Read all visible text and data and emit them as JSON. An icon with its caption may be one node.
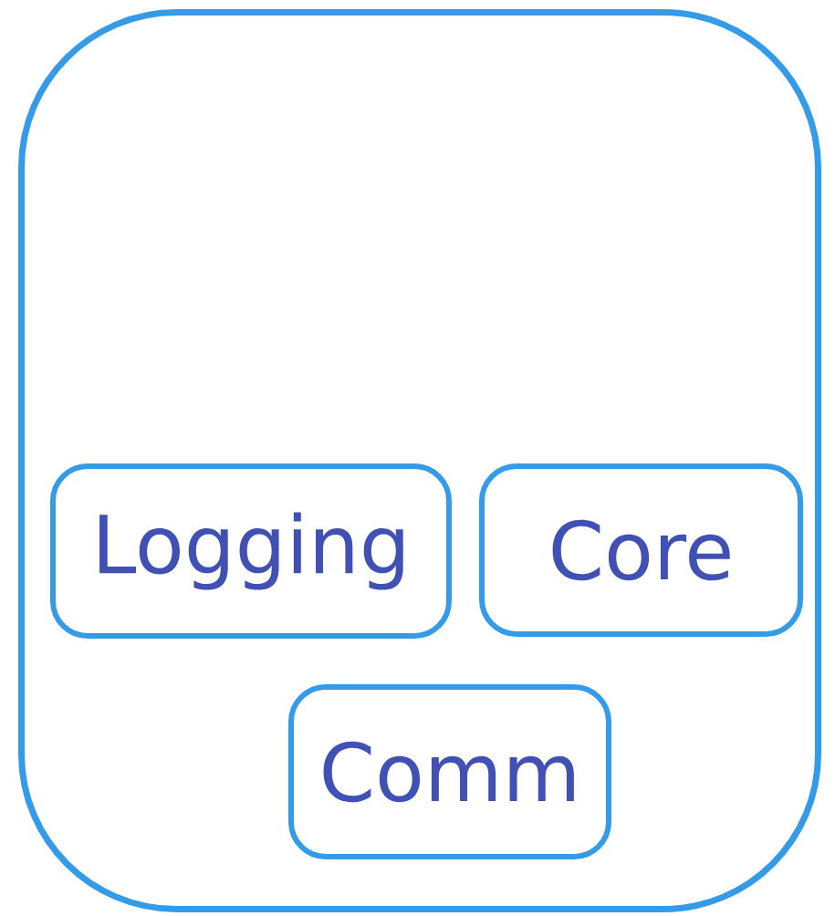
{
  "diagram": {
    "nodes": [
      {
        "text": [],
        "shape": "box"
      },
      {
        "text": [
          "Logging"
        ],
        "in": 0
      },
      {
        "text": [
          "Core"
        ],
        "in": 0
      },
      {
        "text": [
          "Comm"
        ],
        "in": 0
      }
    ]
  }
}
